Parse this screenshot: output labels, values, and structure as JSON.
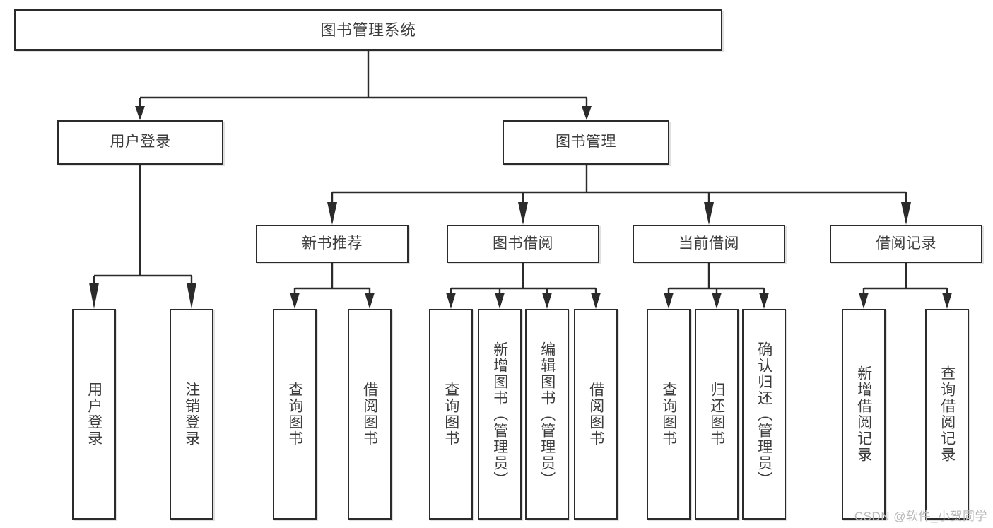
{
  "diagram": {
    "title": "图书管理系统",
    "type": "hierarchy-tree",
    "watermark": "CSDN @软件_小贺同学",
    "colors": {
      "stroke": "#2b2b2b",
      "text": "#3c3c3c",
      "background": "#ffffff",
      "watermark": "#b9b9b9"
    },
    "levels": 4
  },
  "nodes": {
    "root": {
      "label": "图书管理系统",
      "level": 1
    },
    "l2": [
      {
        "id": "user-login",
        "label": "用户登录",
        "level": 2
      },
      {
        "id": "book-manage",
        "label": "图书管理",
        "level": 2
      }
    ],
    "l3": [
      {
        "id": "new-book-rec",
        "label": "新书推荐",
        "level": 3,
        "parent": "book-manage"
      },
      {
        "id": "book-borrow",
        "label": "图书借阅",
        "level": 3,
        "parent": "book-manage"
      },
      {
        "id": "current-borrow",
        "label": "当前借阅",
        "level": 3,
        "parent": "book-manage"
      },
      {
        "id": "borrow-record",
        "label": "借阅记录",
        "level": 3,
        "parent": "book-manage"
      }
    ],
    "leaves": [
      {
        "id": "leaf-user-login",
        "label": "用户登录",
        "parent": "user-login"
      },
      {
        "id": "leaf-user-logout",
        "label": "注销登录",
        "parent": "user-login"
      },
      {
        "id": "leaf-rec-query",
        "label": "查询图书",
        "parent": "new-book-rec"
      },
      {
        "id": "leaf-rec-borrow",
        "label": "借阅图书",
        "parent": "new-book-rec"
      },
      {
        "id": "leaf-bb-query",
        "label": "查询图书",
        "parent": "book-borrow"
      },
      {
        "id": "leaf-bb-add",
        "label": "新增图书（管理员）",
        "parent": "book-borrow"
      },
      {
        "id": "leaf-bb-edit",
        "label": "编辑图书（管理员）",
        "parent": "book-borrow"
      },
      {
        "id": "leaf-bb-borrow",
        "label": "借阅图书",
        "parent": "book-borrow"
      },
      {
        "id": "leaf-cb-query",
        "label": "查询图书",
        "parent": "current-borrow"
      },
      {
        "id": "leaf-cb-return",
        "label": "归还图书",
        "parent": "current-borrow"
      },
      {
        "id": "leaf-cb-confirm",
        "label": "确认归还（管理员）",
        "parent": "current-borrow"
      },
      {
        "id": "leaf-br-add",
        "label": "新增借阅记录",
        "parent": "borrow-record"
      },
      {
        "id": "leaf-br-query",
        "label": "查询借阅记录",
        "parent": "borrow-record"
      }
    ]
  }
}
